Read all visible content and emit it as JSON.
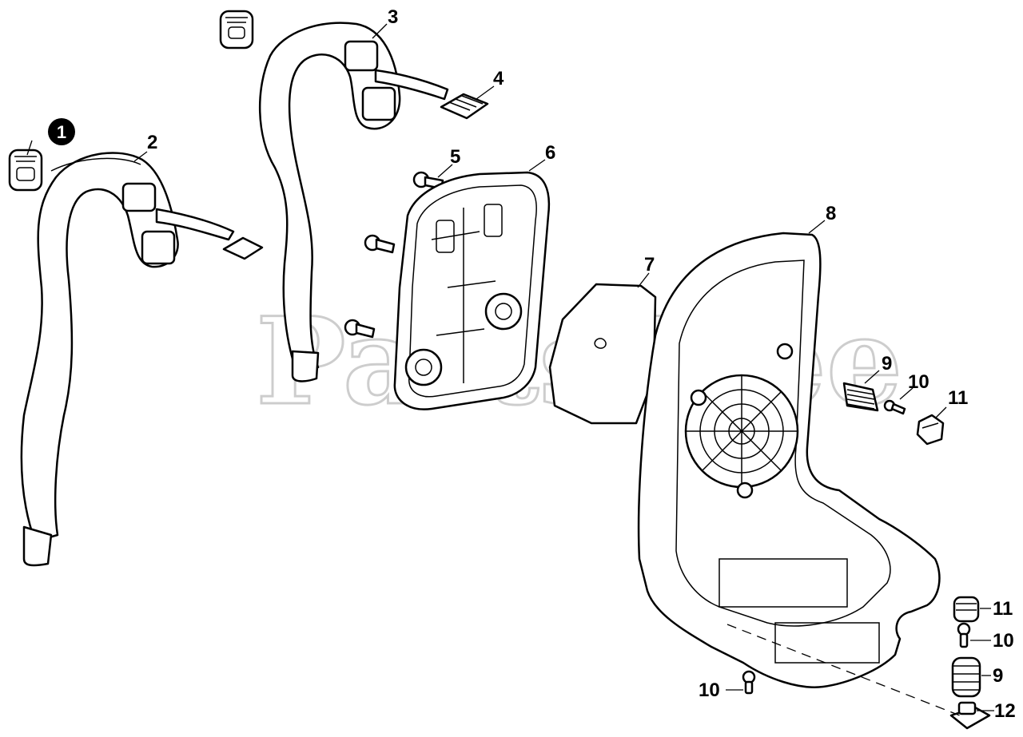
{
  "watermark": "PartsTree",
  "callouts": [
    {
      "id": "c1",
      "label": "1",
      "style": "filled-circle"
    },
    {
      "id": "c2",
      "label": "2"
    },
    {
      "id": "c3",
      "label": "3"
    },
    {
      "id": "c4",
      "label": "4"
    },
    {
      "id": "c5",
      "label": "5"
    },
    {
      "id": "c6",
      "label": "6"
    },
    {
      "id": "c7",
      "label": "7"
    },
    {
      "id": "c8",
      "label": "8"
    },
    {
      "id": "c9a",
      "label": "9"
    },
    {
      "id": "c10a",
      "label": "10"
    },
    {
      "id": "c11a",
      "label": "11"
    },
    {
      "id": "c11b",
      "label": "11"
    },
    {
      "id": "c10b",
      "label": "10"
    },
    {
      "id": "c9b",
      "label": "9"
    },
    {
      "id": "c12",
      "label": "12"
    },
    {
      "id": "c10c",
      "label": "10"
    }
  ]
}
